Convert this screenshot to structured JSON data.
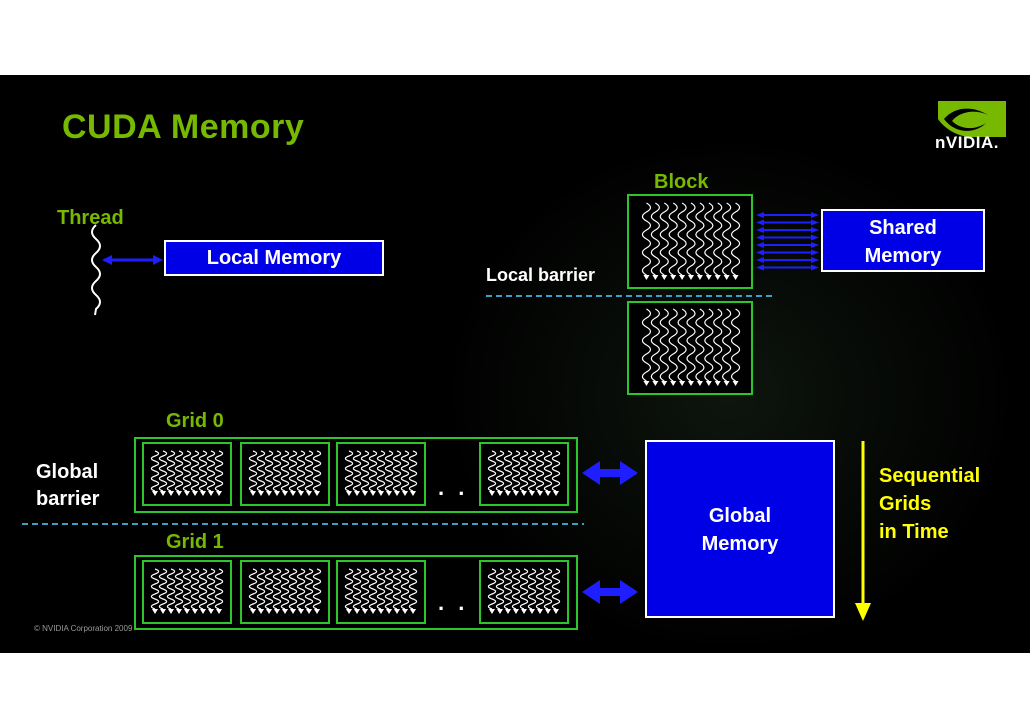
{
  "title": "CUDA Memory",
  "logo": {
    "text": "nVIDIA.",
    "icon": "nvidia-eye-icon"
  },
  "thread_label": "Thread",
  "local_memory_label": "Local Memory",
  "block_label": "Block",
  "local_barrier_label": "Local barrier",
  "shared_memory_line1": "Shared",
  "shared_memory_line2": "Memory",
  "grid0_label": "Grid 0",
  "grid1_label": "Grid 1",
  "global_barrier_line1": "Global",
  "global_barrier_line2": "barrier",
  "global_memory_line1": "Global",
  "global_memory_line2": "Memory",
  "sequential_line1": "Sequential",
  "sequential_line2": "Grids",
  "sequential_line3": "in Time",
  "grid_ellipsis": ". . .",
  "footer": "© NVIDIA Corporation 2009",
  "colors": {
    "background": "#000000",
    "title": "#76b900",
    "memory_box": "#0000e6",
    "block_border": "#2cc52c",
    "barrier_line": "#3aa0c8",
    "time_arrow": "#ffff00"
  }
}
